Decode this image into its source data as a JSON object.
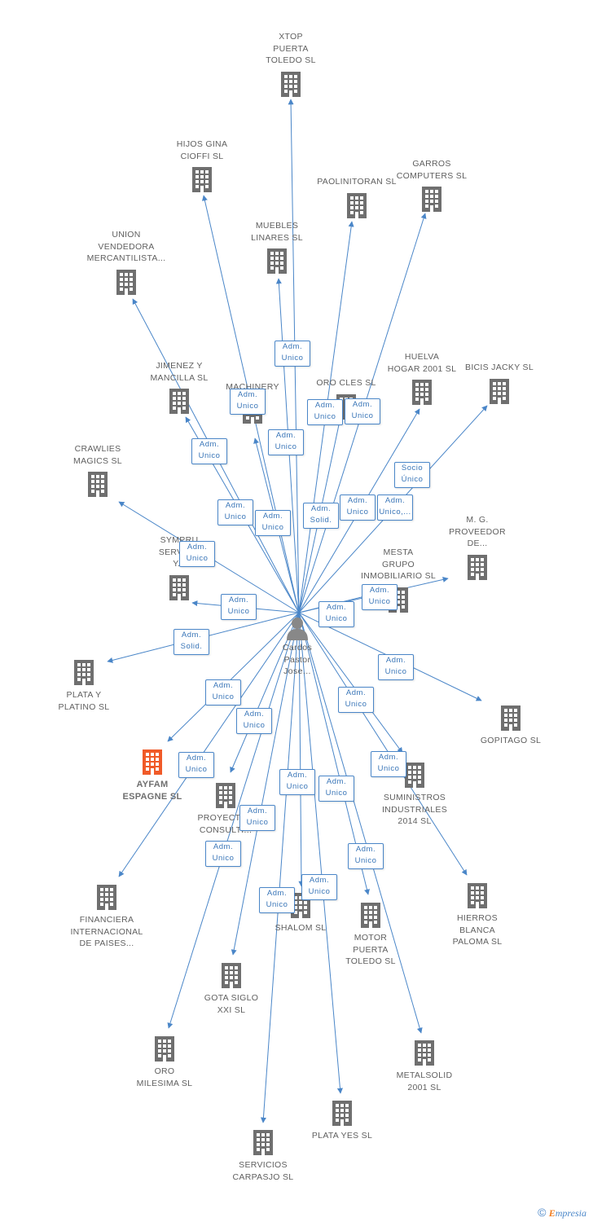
{
  "center": {
    "name": "Cardos\nPastor\nJose..."
  },
  "colors": {
    "edge": "#4a86c8",
    "building": "#6f6f6f",
    "highlight": "#f05a28",
    "person": "#888888"
  },
  "icons": {
    "company": "building-icon",
    "person": "person-icon",
    "copyright": "copyright-icon"
  },
  "nodes": [
    {
      "id": "xtop",
      "label": "XTOP\nPUERTA\nTOLEDO SL"
    },
    {
      "id": "hijos-gina",
      "label": "HIJOS GINA\nCIOFFI SL"
    },
    {
      "id": "garros",
      "label": "GARROS\nCOMPUTERS SL"
    },
    {
      "id": "paolinitoran",
      "label": "PAOLINITORAN SL"
    },
    {
      "id": "union-vendedora",
      "label": "UNION\nVENDEDORA\nMERCANTILISTA..."
    },
    {
      "id": "muebles-linares",
      "label": "MUEBLES\nLINARES SL"
    },
    {
      "id": "jimenez",
      "label": "JIMENEZ Y\nMANCILLA SL"
    },
    {
      "id": "machinery",
      "label": "MACHINERY"
    },
    {
      "id": "oro-cles",
      "label": "ORO CLES SL"
    },
    {
      "id": "huelva-hogar",
      "label": "HUELVA\nHOGAR 2001 SL"
    },
    {
      "id": "bicis-jacky",
      "label": "BICIS JACKY SL"
    },
    {
      "id": "crawlies",
      "label": "CRAWLIES\nMAGICS SL"
    },
    {
      "id": "sympru",
      "label": "SYMPRU\nSERVIC...\nY..."
    },
    {
      "id": "mg-proveedor",
      "label": "M. G.\nPROVEEDOR\nDE..."
    },
    {
      "id": "mesta",
      "label": "MESTA\nGRUPO\nINMOBILIARIO SL"
    },
    {
      "id": "plata-platino",
      "label": "PLATA Y\nPLATINO SL"
    },
    {
      "id": "gopitago",
      "label": "GOPITAGO SL"
    },
    {
      "id": "ayfam",
      "label": "AYFAM\nESPAGNE SL"
    },
    {
      "id": "proyectas",
      "label": "PROYECTA...\nCONSULTI..."
    },
    {
      "id": "suministros",
      "label": "SUMINISTROS\nINDUSTRIALES\n2014  SL"
    },
    {
      "id": "financiera",
      "label": "FINANCIERA\nINTERNACIONAL\nDE PAISES..."
    },
    {
      "id": "hierros",
      "label": "HIERROS\nBLANCA\nPALOMA SL"
    },
    {
      "id": "shalom",
      "label": "SHALOM SL"
    },
    {
      "id": "motor-puerta",
      "label": "MOTOR\nPUERTA\nTOLEDO  SL"
    },
    {
      "id": "gota-siglo",
      "label": "GOTA SIGLO\nXXI SL"
    },
    {
      "id": "oro-milesima",
      "label": "ORO\nMILESIMA SL"
    },
    {
      "id": "metalsolid",
      "label": "METALSOLID\n2001 SL"
    },
    {
      "id": "plata-yes",
      "label": "PLATA YES SL"
    },
    {
      "id": "servicios-carpasjo",
      "label": "SERVICIOS\nCARPASJO  SL"
    }
  ],
  "relations": [
    {
      "label": "Adm.\nUnico"
    },
    {
      "label": "Adm.\nUnico"
    },
    {
      "label": "Adm.\nUnico"
    },
    {
      "label": "Adm.\nUnico"
    },
    {
      "label": "Adm.\nUnico"
    },
    {
      "label": "Adm.\nUnico"
    },
    {
      "label": "Socio\nÚnico"
    },
    {
      "label": "Adm.\nUnico"
    },
    {
      "label": "Adm.\nUnico"
    },
    {
      "label": "Adm.\nSolid."
    },
    {
      "label": "Adm.\nUnico"
    },
    {
      "label": "Adm.\nUnico,..."
    },
    {
      "label": "Adm.\nUnico"
    },
    {
      "label": "Adm.\nUnico"
    },
    {
      "label": "Adm.\nUnico"
    },
    {
      "label": "Adm.\nUnico"
    },
    {
      "label": "Adm.\nSolid."
    },
    {
      "label": "Adm.\nUnico"
    },
    {
      "label": "Adm.\nUnico"
    },
    {
      "label": "Adm.\nUnico"
    },
    {
      "label": "Adm.\nUnico"
    },
    {
      "label": "Adm.\nUnico"
    },
    {
      "label": "Adm.\nUnico"
    },
    {
      "label": "Adm.\nUnico"
    },
    {
      "label": "Adm.\nUnico"
    },
    {
      "label": "Adm.\nUnico"
    },
    {
      "label": "Adm.\nUnico"
    },
    {
      "label": "Adm.\nUnico"
    },
    {
      "label": "Adm.\nUnico"
    },
    {
      "label": "Adm.\nUnico"
    }
  ],
  "footer": {
    "copyright": "©",
    "brand_initial": "E",
    "brand_rest": "mpresia"
  }
}
